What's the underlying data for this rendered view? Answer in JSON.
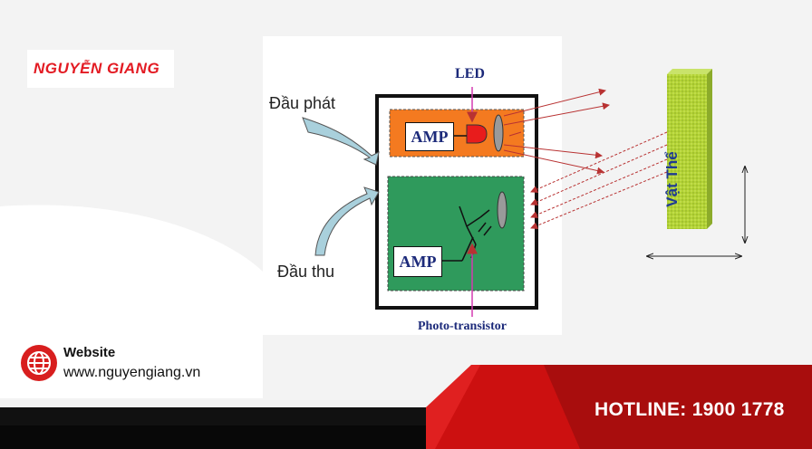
{
  "brand": {
    "logo_text": "NGUYỄN GIANG",
    "color": "#e31b23"
  },
  "diagram": {
    "emitter_label": "Đầu phát",
    "receiver_label": "Đầu thu",
    "led_label": "LED",
    "amp_top_label": "AMP",
    "amp_bottom_label": "AMP",
    "phototransistor_label": "Photo-transistor",
    "object_label": "Vật Thể",
    "colors": {
      "emitter_block": "#f47a20",
      "receiver_block": "#2f9a5c",
      "led": "#e81c1c",
      "object": "#b3d335",
      "ray": "#b83232",
      "label_blue": "#1c2a7a"
    }
  },
  "footer": {
    "website_title": "Website",
    "website_url": "www.nguyengiang.vn",
    "hotline": "HOTLINE: 1900 1778",
    "icon": "globe-icon"
  }
}
